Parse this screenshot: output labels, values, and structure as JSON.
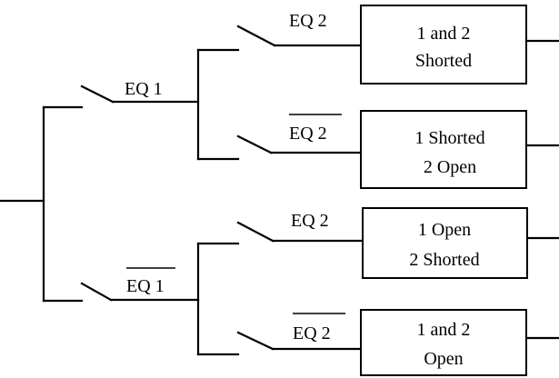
{
  "switches": {
    "top_main": {
      "label": "EQ 1",
      "negated": false
    },
    "bottom_main": {
      "label": "EQ 1",
      "negated": true
    },
    "b1": {
      "label": "EQ 2",
      "negated": false
    },
    "b2": {
      "label": "EQ 2",
      "negated": true
    },
    "b3": {
      "label": "EQ 2",
      "negated": false
    },
    "b4": {
      "label": "EQ 2",
      "negated": true
    }
  },
  "outcomes": [
    {
      "line1": "1 and 2",
      "line2": "Shorted"
    },
    {
      "line1": "1 Shorted",
      "line2": "2 Open"
    },
    {
      "line1": "1 Open",
      "line2": "2 Shorted"
    },
    {
      "line1": "1 and 2",
      "line2": "Open"
    }
  ]
}
